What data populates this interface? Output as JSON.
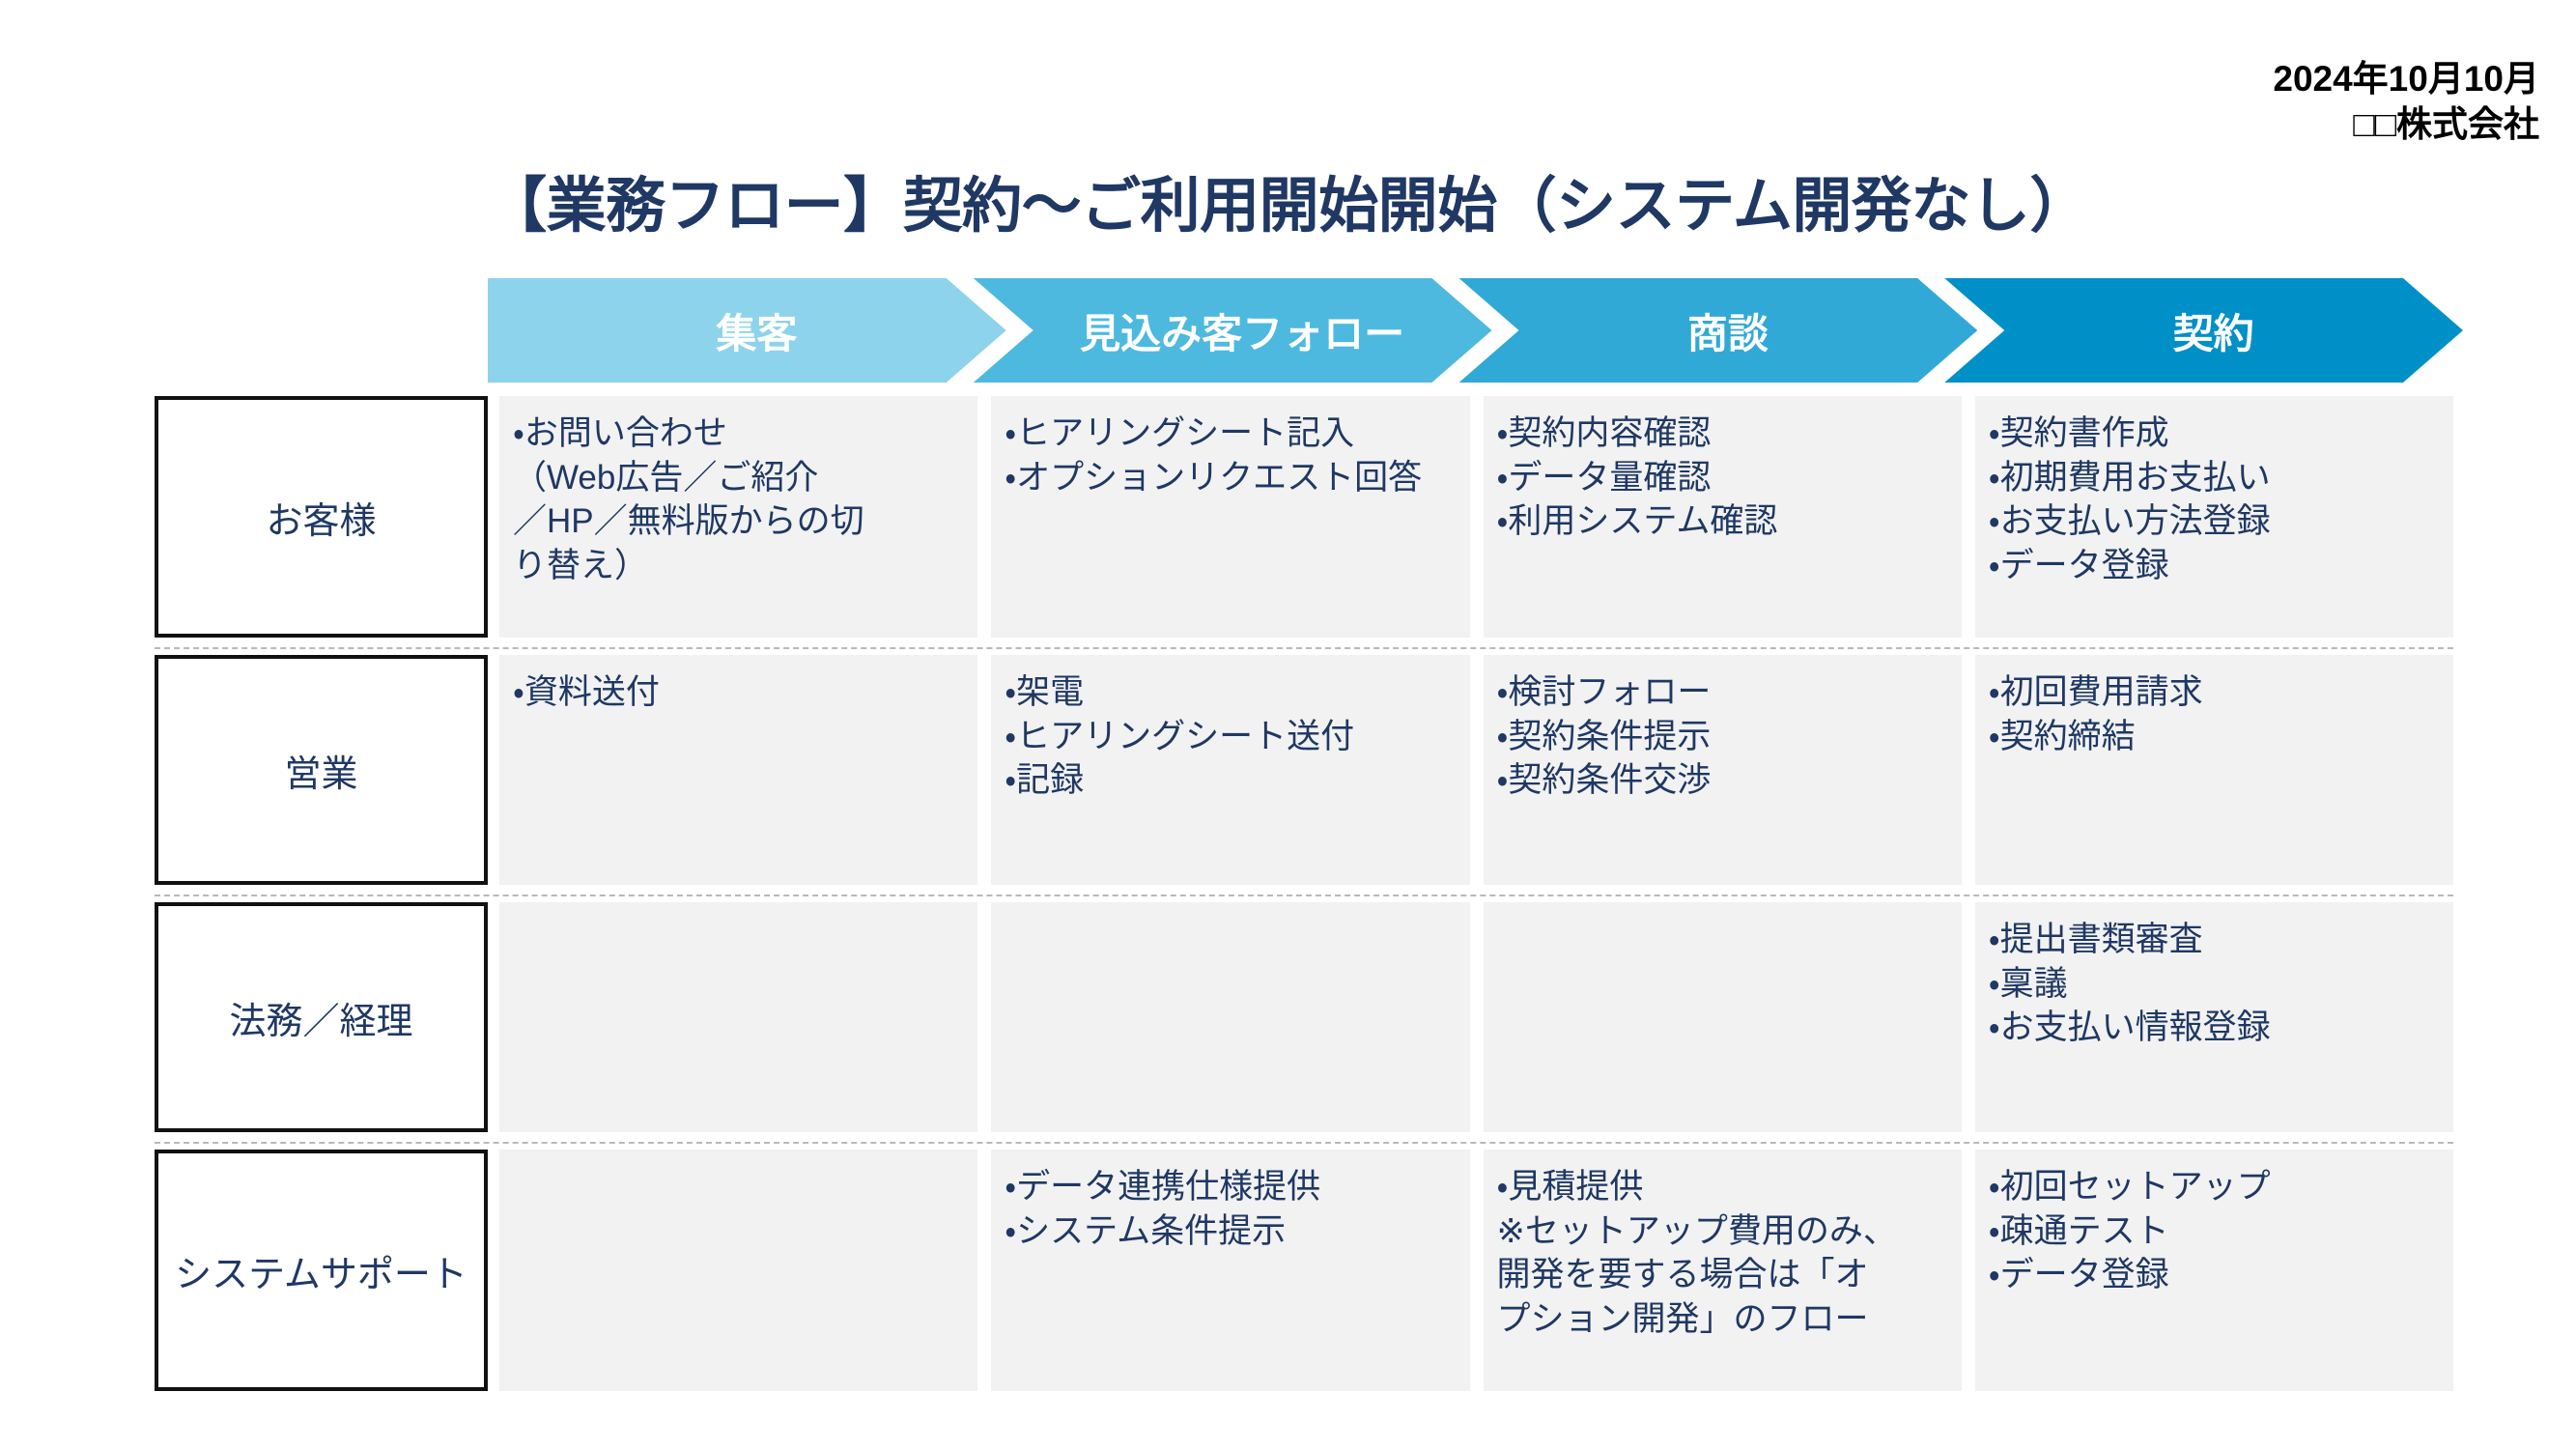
{
  "meta": {
    "date": "2024年10月10月",
    "company": "□□株式会社"
  },
  "title": "【業務フロー】契約〜ご利用開始開始（システム開発なし）",
  "colors": {
    "title_navy": "#1f3864",
    "text_navy": "#1f3864",
    "cell_background": "#f2f2f2",
    "stage_1": "#8ed3ec",
    "stage_2": "#4db9df",
    "stage_3": "#31a9d6",
    "stage_4": "#0090c8",
    "row_border": "#111111",
    "row_separator": "#b9b9b9"
  },
  "stages": [
    {
      "label": "集客",
      "color": "#8ed3ec"
    },
    {
      "label": "見込み客フォロー",
      "color": "#4db9df"
    },
    {
      "label": "商談",
      "color": "#31a9d6"
    },
    {
      "label": "契約",
      "color": "#0090c8"
    }
  ],
  "rows": [
    {
      "label": "お客様",
      "cells": [
        "・お問い合わせ\n（Web広告／ご紹介\n／HP／無料版からの切\nり替え）",
        "・ヒアリングシート記入\n・オプションリクエスト回答",
        "・契約内容確認\n・データ量確認\n・利用システム確認",
        "・契約書作成\n・初期費用お支払い\n・お支払い方法登録\n・データ登録"
      ]
    },
    {
      "label": "営業",
      "cells": [
        "・資料送付",
        "・架電\n・ヒアリングシート送付\n・記録",
        "・検討フォロー\n・契約条件提示\n・契約条件交渉",
        "・初回費用請求\n・契約締結"
      ]
    },
    {
      "label": "法務／経理",
      "cells": [
        "",
        "",
        "",
        "・提出書類審査\n・稟議\n・お支払い情報登録"
      ]
    },
    {
      "label": "システムサポート",
      "cells": [
        "",
        "・データ連携仕様提供\n・システム条件提示",
        "・見積提供\n※セットアップ費用のみ、\n開発を要する場合は「オ\nプション開発」のフロー",
        "・初回セットアップ\n・疎通テスト\n・データ登録"
      ]
    }
  ]
}
